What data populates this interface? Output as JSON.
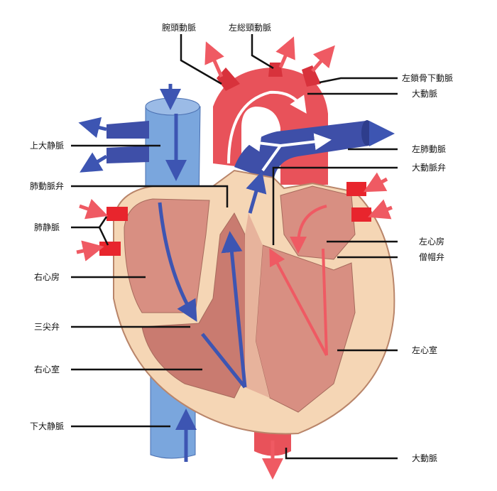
{
  "labels": {
    "brachiocephalic_artery": "腕頭動脈",
    "left_common_carotid": "左総頸動脈",
    "left_subclavian": "左鎖骨下動脈",
    "aorta_top": "大動脈",
    "superior_vena_cava": "上大静脈",
    "left_pulmonary_artery": "左肺動脈",
    "pulmonary_valve": "肺動脈弁",
    "aortic_valve": "大動脈弁",
    "pulmonary_veins": "肺静脈",
    "left_atrium": "左心房",
    "mitral_valve": "僧帽弁",
    "right_atrium": "右心房",
    "tricuspid_valve": "三尖弁",
    "left_ventricle": "左心室",
    "right_ventricle": "右心室",
    "inferior_vena_cava": "下大静脈",
    "aorta_bottom": "大動脈"
  },
  "colors": {
    "oxygenated": "#e8525a",
    "deoxygenated": "#3e4fa8",
    "vein_light": "#7aa6dd",
    "muscle": "#d88f82",
    "wall": "#f5d6b5",
    "arrow_red": "#ef5a63",
    "arrow_blue": "#3d55b2"
  }
}
